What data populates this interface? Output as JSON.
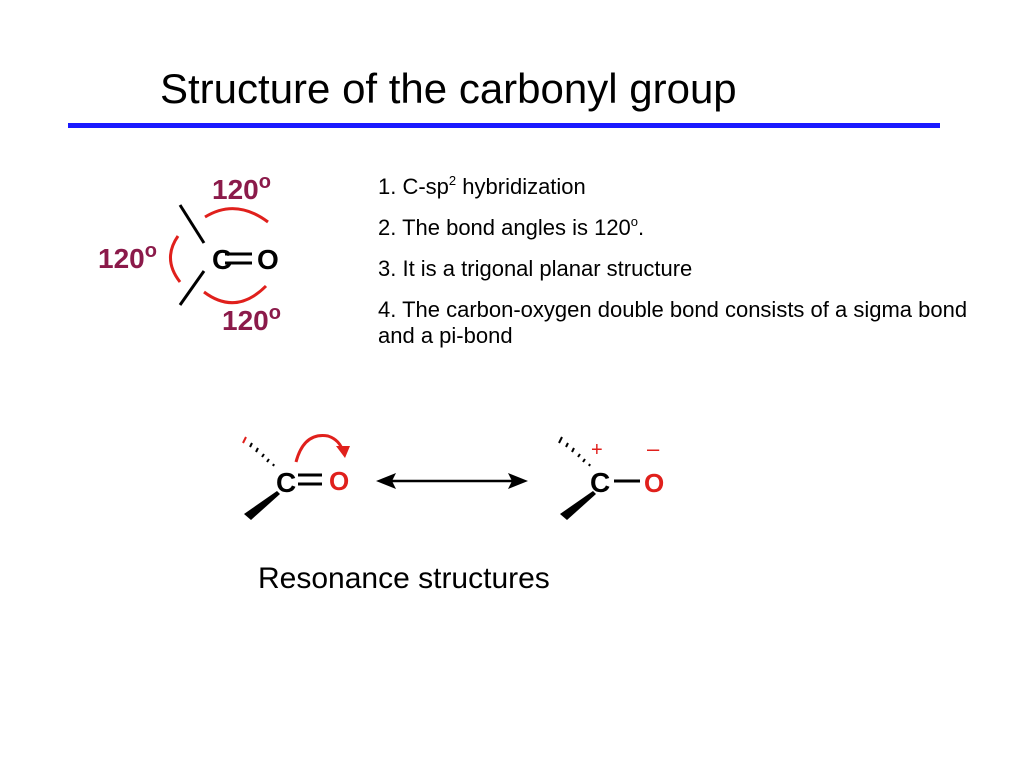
{
  "slide": {
    "title": "Structure of the carbonyl group",
    "accent_color": "#1a1aff"
  },
  "structure": {
    "angle_top": "120",
    "angle_left": "120",
    "angle_bottom": "120",
    "degree_symbol": "o",
    "carbon": "C",
    "oxygen": "O",
    "angle_color": "#8b1a4a",
    "arc_color": "#e0201c"
  },
  "points": {
    "p1_prefix": "1. C-sp",
    "p1_sup": "2",
    "p1_suffix": " hybridization",
    "p2_prefix": "2. The bond angles is 120",
    "p2_sup": "o",
    "p2_suffix": ".",
    "p3": "3. It is a trigonal planar structure",
    "p4": "4. The carbon-oxygen double bond consists of a sigma bond and  a pi-bond"
  },
  "resonance": {
    "left_carbon": "C",
    "left_oxygen": "O",
    "right_carbon": "C",
    "right_oxygen": "O",
    "plus": "+",
    "minus": "–",
    "caption": "Resonance structures",
    "oxygen_color": "#e0201c"
  }
}
